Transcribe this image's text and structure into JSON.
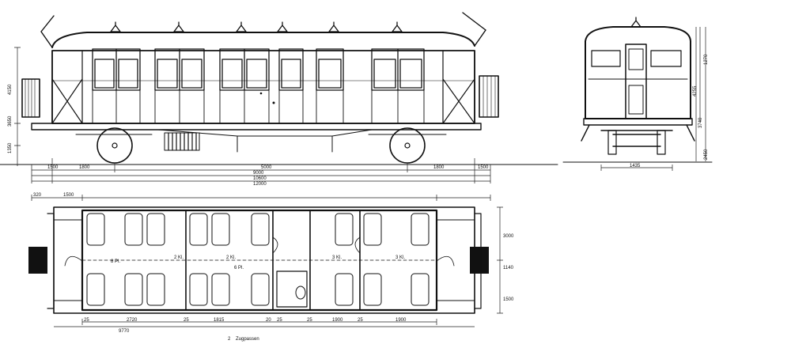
{
  "drawing": {
    "side_view": {
      "overall_lengths": [
        "9000",
        "10600",
        "12000"
      ],
      "part_lengths": [
        "1800",
        "5000",
        "1800"
      ],
      "end_lengths": [
        "1500",
        "1500"
      ],
      "height_marks": [
        "4150",
        "3650",
        "1350"
      ]
    },
    "end_view": {
      "height_marks": [
        "4255",
        "3740",
        "2450",
        "1270"
      ],
      "track_gauge": "1435"
    },
    "plan_view": {
      "top_dims": [
        "320",
        "1500"
      ],
      "bottom_dims": [
        "25",
        "2720",
        "25",
        "1815",
        "20",
        "25",
        "25",
        "1900",
        "25",
        "1900"
      ],
      "overall_bottom": "9770",
      "seat_labels": [
        "2 Kl.",
        "2 Kl.",
        "3 Kl.",
        "3 Kl."
      ],
      "seat_counts": [
        "8 Pl.",
        "6 Pl."
      ],
      "right_dims": [
        "3000",
        "1140",
        "1500"
      ],
      "caption_prefix": "2",
      "caption": "Zugpassen"
    }
  }
}
